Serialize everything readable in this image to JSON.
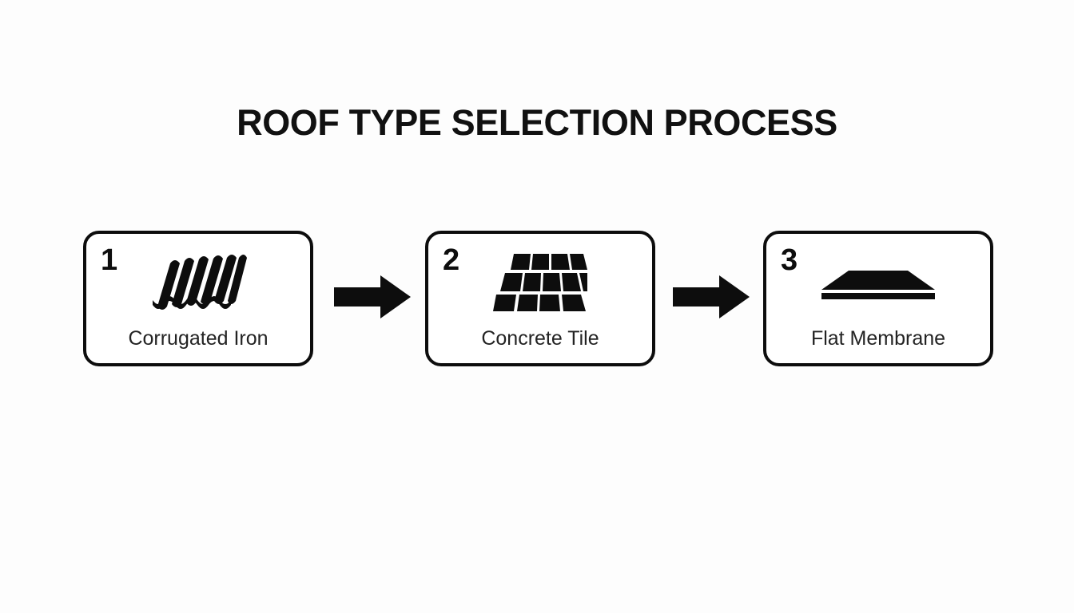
{
  "page": {
    "background_color": "#fdfdfd",
    "ink_color": "#0d0d0d"
  },
  "header": {
    "title": "ROOF TYPE SELECTION PROCESS"
  },
  "flow": {
    "steps": [
      {
        "number": "1",
        "label": "Corrugated Iron",
        "icon": "corrugated-sheet-icon"
      },
      {
        "number": "2",
        "label": "Concrete Tile",
        "icon": "tile-grid-icon"
      },
      {
        "number": "3",
        "label": "Flat Membrane",
        "icon": "flat-slab-icon"
      }
    ],
    "connectors": [
      {
        "icon": "arrow-right-icon"
      },
      {
        "icon": "arrow-right-icon"
      }
    ]
  }
}
